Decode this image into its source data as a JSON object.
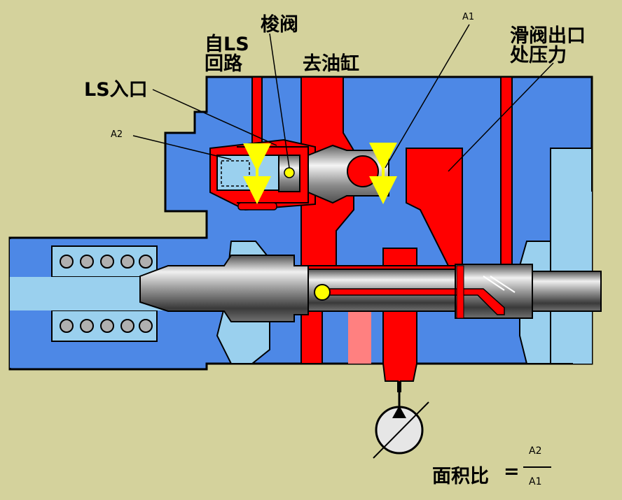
{
  "labels": {
    "ls_return": "自LS\n回路",
    "shuttle_valve": "梭阀",
    "to_cylinder": "去油缸",
    "a1": "A1",
    "spool_outlet_pressure": "滑阀出口\n处压力",
    "ls_inlet": "LS入口",
    "a2": "A2"
  },
  "formula": {
    "prefix": "面积比",
    "equals": "=",
    "numerator": "A2",
    "denominator": "A1"
  },
  "colors": {
    "background": "#d4d29c",
    "body_blue": "#4d88e6",
    "light_blue": "#9ad0ee",
    "oil_red": "#ff0000",
    "light_red": "#ff8080",
    "arrow_yellow": "#ffff00",
    "spool_grey": "#a0a0a0",
    "outline": "#000000"
  }
}
